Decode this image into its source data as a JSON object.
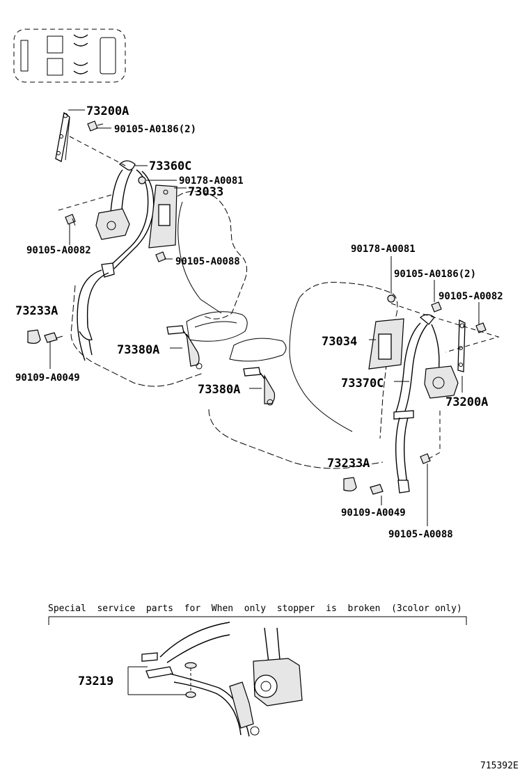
{
  "callouts": {
    "c1": "73200A",
    "c2": "90105-A0186(2)",
    "c3": "73360C",
    "c4": "90178-A0081",
    "c5": "73033",
    "c6": "90105-A0082",
    "c7": "90105-A0088",
    "c8": "73233A",
    "c9": "73380A",
    "c10": "90109-A0049",
    "c11": "73380A",
    "c12": "90178-A0081",
    "c13": "90105-A0186(2)",
    "c14": "90105-A0082",
    "c15": "73034",
    "c16": "73370C",
    "c17": "73200A",
    "c18": "73233A",
    "c19": "90109-A0049",
    "c20": "90105-A0088",
    "c21": "73219"
  },
  "special_note": "Special  service  parts  for  When  only  stopper  is  broken  (3color only)",
  "figure_code": "715392E"
}
